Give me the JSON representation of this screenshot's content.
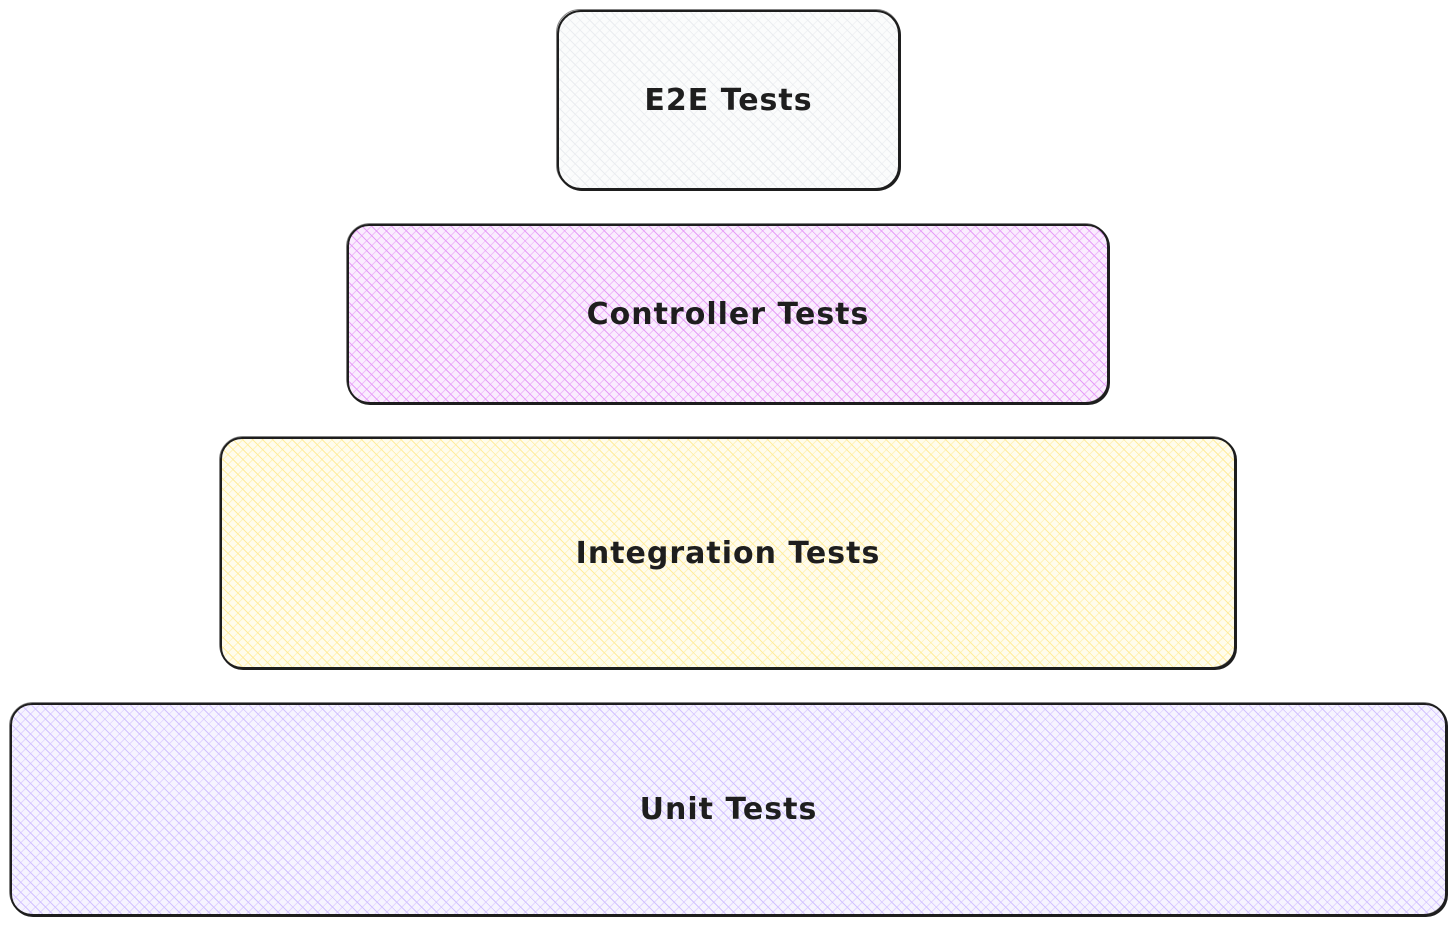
{
  "diagram": {
    "tiers": [
      {
        "id": "e2e",
        "label": "E2E Tests",
        "color": "#e9ecef"
      },
      {
        "id": "controller",
        "label": "Controller Tests",
        "color": "#e599f7"
      },
      {
        "id": "integration",
        "label": "Integration Tests",
        "color": "#ffec99"
      },
      {
        "id": "unit",
        "label": "Unit Tests",
        "color": "#d0bfff"
      }
    ]
  }
}
